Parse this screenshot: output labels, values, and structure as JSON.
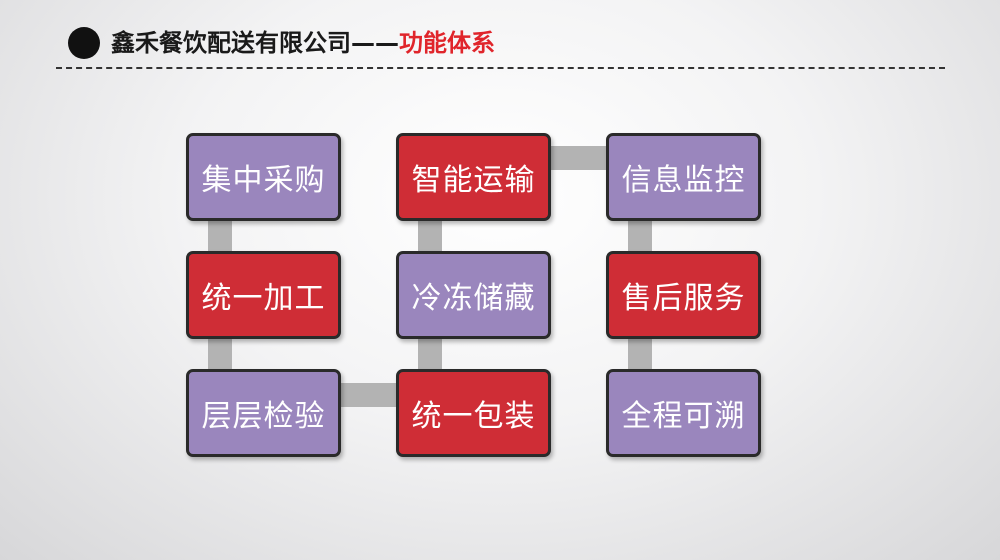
{
  "header": {
    "title_main": "鑫禾餐饮配送有限公司——",
    "title_accent": "功能体系"
  },
  "colors": {
    "purple": "#9a86bd",
    "red": "#cf2d36",
    "connector": "#b3b3b3",
    "accent_text": "#e0252b"
  },
  "grid": {
    "col1": [
      {
        "label": "集中采购",
        "color": "purple"
      },
      {
        "label": "统一加工",
        "color": "red"
      },
      {
        "label": "层层检验",
        "color": "purple"
      }
    ],
    "col2": [
      {
        "label": "智能运输",
        "color": "red"
      },
      {
        "label": "冷冻储藏",
        "color": "purple"
      },
      {
        "label": "统一包装",
        "color": "red"
      }
    ],
    "col3": [
      {
        "label": "信息监控",
        "color": "purple"
      },
      {
        "label": "售后服务",
        "color": "red"
      },
      {
        "label": "全程可溯",
        "color": "purple"
      }
    ]
  }
}
